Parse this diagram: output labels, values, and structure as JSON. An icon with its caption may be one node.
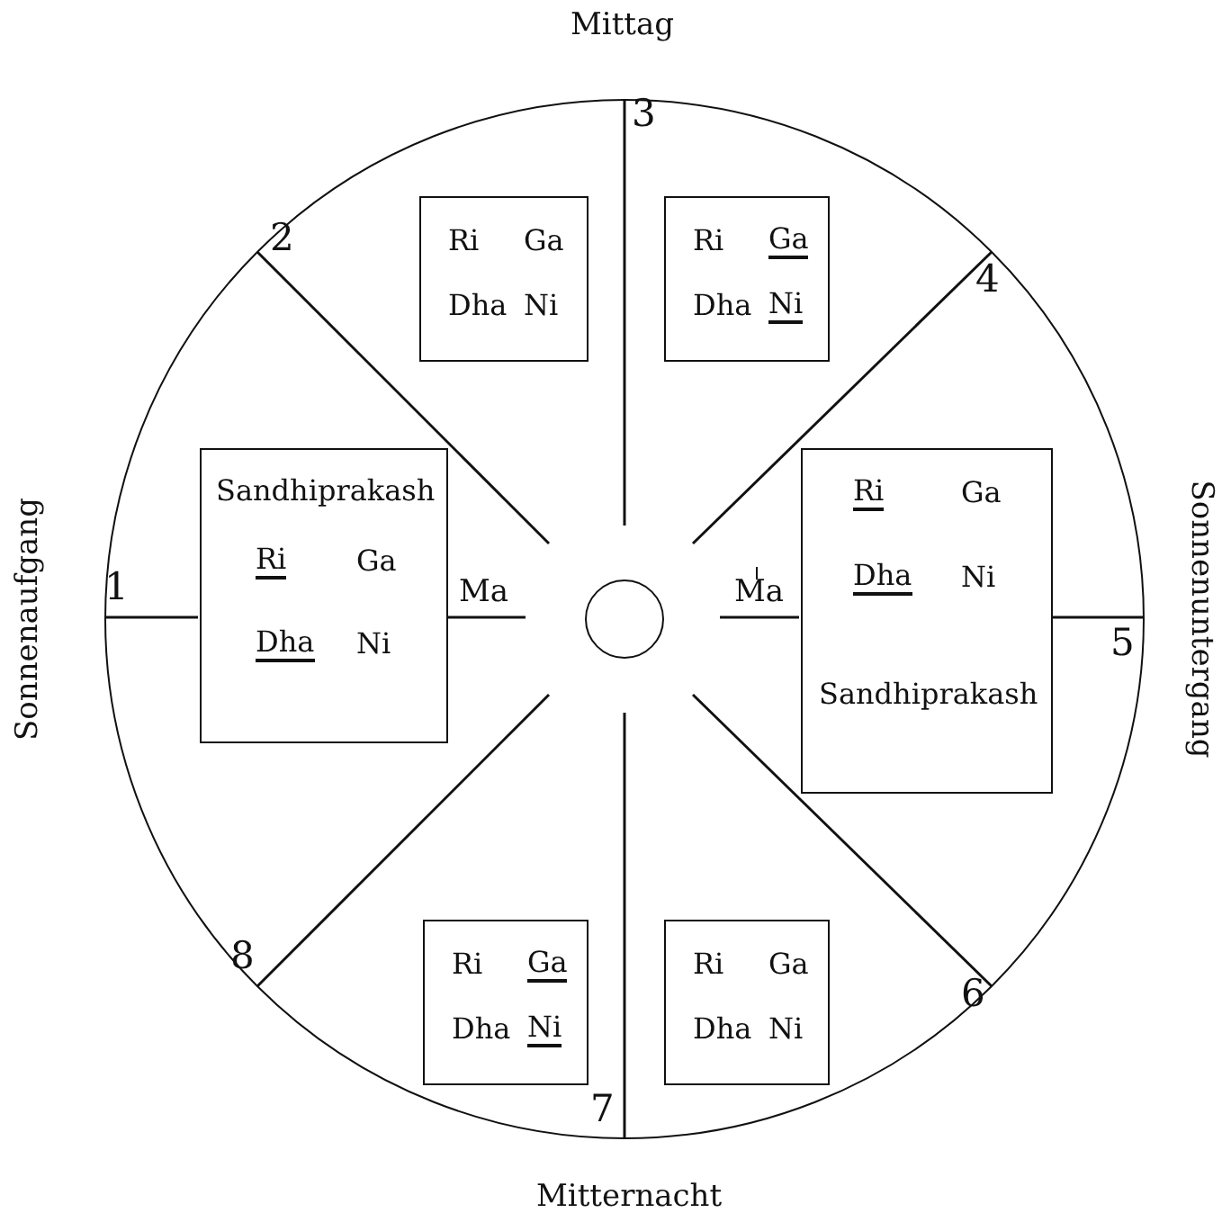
{
  "diagram": {
    "nodes": [
      {
        "text": [],
        "shape": "circle"
      },
      {
        "text": [
          "Ri",
          "Ga",
          "Dha",
          "Ni"
        ],
        "in": 0
      },
      {
        "text": [
          "Ri",
          "Ga",
          "Dha",
          "Ni"
        ],
        "in": 0
      },
      {
        "text": [
          "Sandhiprakash",
          "Ri",
          "Ga",
          "Dha",
          "Ni"
        ],
        "in": 0
      },
      {
        "text": [],
        "shape": "circle",
        "in": 0
      },
      {
        "text": [
          "Ri",
          "Ga",
          "Dha",
          "Ni",
          "Sandhiprakash"
        ],
        "in": 0
      },
      {
        "text": [
          "Ri",
          "Ga",
          "Dha",
          "Ni"
        ],
        "in": 0
      },
      {
        "text": [
          "Ri",
          "Ga",
          "Dha",
          "Ni"
        ],
        "in": 0
      }
    ],
    "labels": [
      "Mittag",
      "2",
      "3",
      "4",
      "Sonnenaufgang",
      "1",
      "Ma",
      "Ma",
      "5",
      "Sonnenuntergang",
      "8",
      "6",
      "7",
      "Mitternacht"
    ]
  }
}
